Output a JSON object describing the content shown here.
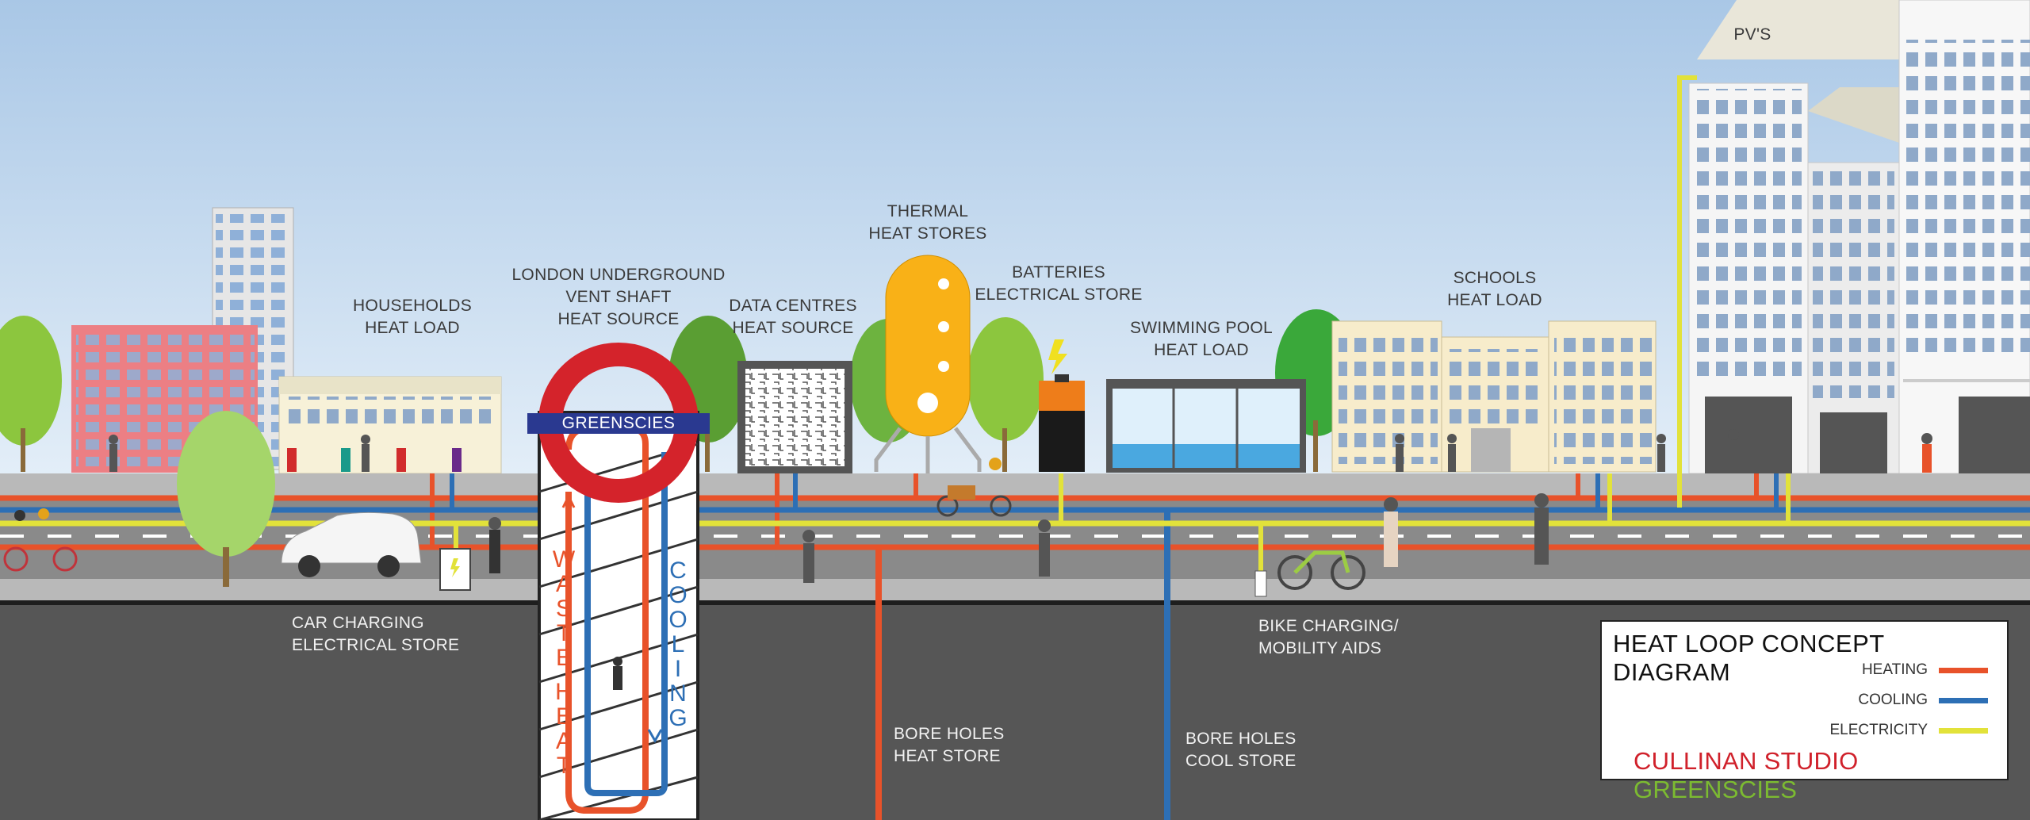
{
  "labels": {
    "households": [
      "HOUSEHOLDS",
      "HEAT LOAD"
    ],
    "underground": [
      "LONDON UNDERGROUND",
      "VENT SHAFT",
      "HEAT SOURCE"
    ],
    "data_centres": [
      "DATA CENTRES",
      "HEAT SOURCE"
    ],
    "thermal": [
      "THERMAL",
      "HEAT STORES"
    ],
    "batteries": [
      "BATTERIES",
      "ELECTRICAL STORE"
    ],
    "pool": [
      "SWIMMING POOL",
      "HEAT LOAD"
    ],
    "schools": [
      "SCHOOLS",
      "HEAT LOAD"
    ],
    "pv": "PV'S",
    "car_charging": [
      "CAR CHARGING",
      "ELECTRICAL STORE"
    ],
    "bike_charging": [
      "BIKE CHARGING/",
      "MOBILITY AIDS"
    ],
    "bore_heat": [
      "BORE HOLES",
      "HEAT STORE"
    ],
    "bore_cool": [
      "BORE HOLES",
      "COOL STORE"
    ]
  },
  "roundel_text": "GREENSCIES",
  "shaft_words": {
    "waste_heat": [
      "W",
      "A",
      "S",
      "T",
      "E",
      "H",
      "E",
      "A",
      "T"
    ],
    "cooling": [
      "C",
      "O",
      "O",
      "L",
      "I",
      "N",
      "G"
    ]
  },
  "legend": {
    "title": "HEAT LOOP CONCEPT DIAGRAM",
    "items": [
      {
        "label": "HEATING",
        "color": "#e8522a"
      },
      {
        "label": "COOLING",
        "color": "#2d6fb5"
      },
      {
        "label": "ELECTRICITY",
        "color": "#e2e23a"
      }
    ],
    "credit_a": "CULLINAN STUDIO",
    "credit_b": "GREENSCIES"
  },
  "colors": {
    "heating": "#e8522a",
    "cooling": "#2d6fb5",
    "electricity": "#e2e23a",
    "credit_a": "#d0212b",
    "credit_b": "#7cbb31",
    "underground_red": "#d4232b",
    "underground_blue": "#2a3990"
  }
}
